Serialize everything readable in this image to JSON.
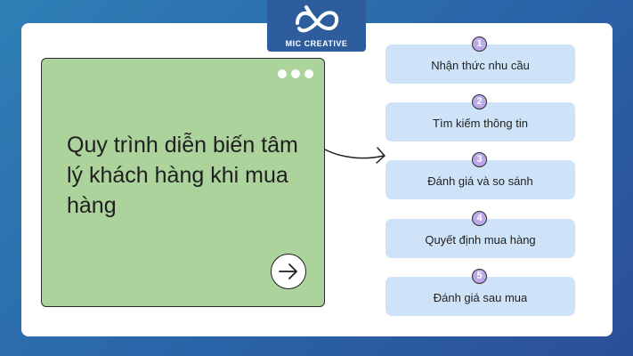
{
  "brand": {
    "name": "MIC CREATIVE"
  },
  "panel": {
    "title": "Quy trình diễn biến tâm lý khách hàng khi mua hàng"
  },
  "steps": [
    {
      "number": "1",
      "label": "Nhận thức nhu cầu"
    },
    {
      "number": "2",
      "label": "Tìm kiếm thông tin"
    },
    {
      "number": "3",
      "label": "Đánh giá và so sánh"
    },
    {
      "number": "4",
      "label": "Quyết định mua hàng"
    },
    {
      "number": "5",
      "label": "Đánh giá sau mua"
    }
  ],
  "colors": {
    "background": "#2a64a8",
    "panel": "#acd39c",
    "step_box": "#cfe3f8",
    "step_badge": "#bca9e9"
  },
  "icons": [
    "mic-creative-logo",
    "window-dots-icon",
    "arrow-right-icon",
    "curved-arrow-connector"
  ]
}
